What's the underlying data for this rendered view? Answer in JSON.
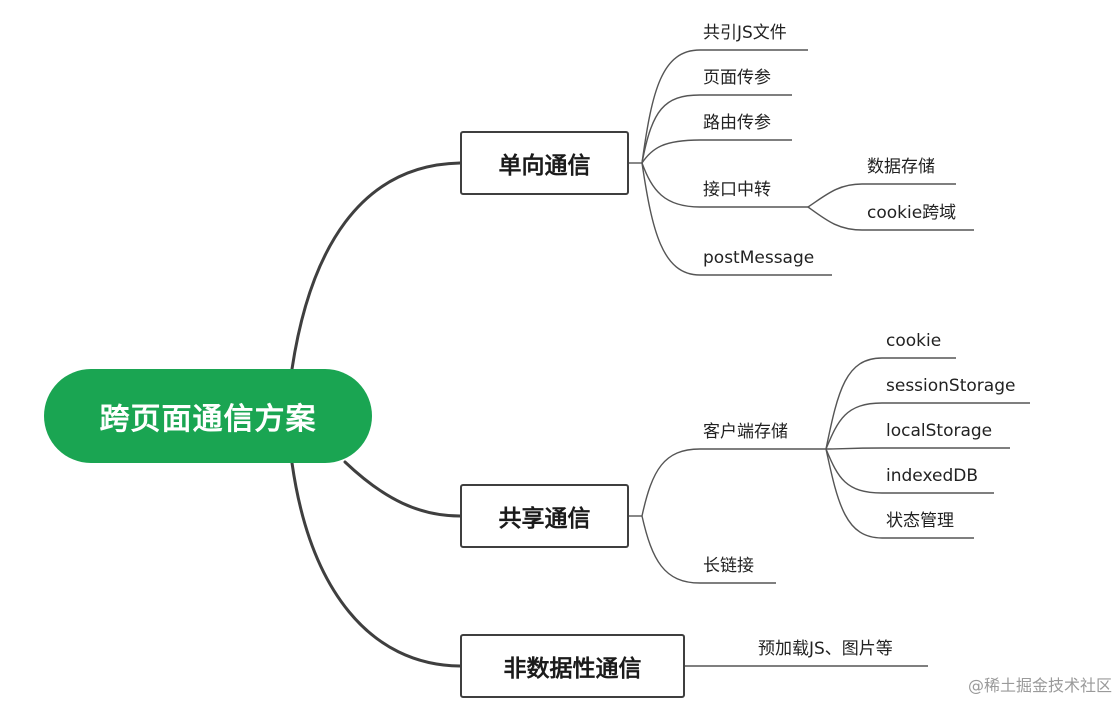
{
  "root": {
    "label": "跨页面通信方案"
  },
  "branches": [
    {
      "label": "单向通信",
      "children": [
        {
          "label": "共引JS文件"
        },
        {
          "label": "页面传参"
        },
        {
          "label": "路由传参"
        },
        {
          "label": "接口中转",
          "children": [
            {
              "label": "数据存储"
            },
            {
              "label": "cookie跨域"
            }
          ]
        },
        {
          "label": "postMessage"
        }
      ]
    },
    {
      "label": "共享通信",
      "children": [
        {
          "label": "客户端存储",
          "children": [
            {
              "label": "cookie"
            },
            {
              "label": "sessionStorage"
            },
            {
              "label": "localStorage"
            },
            {
              "label": "indexedDB"
            },
            {
              "label": "状态管理"
            }
          ]
        },
        {
          "label": "长链接"
        }
      ]
    },
    {
      "label": "非数据性通信",
      "children": [
        {
          "label": "预加载JS、图片等"
        }
      ]
    }
  ],
  "watermark": "@稀土掘金技术社区",
  "colors": {
    "root_fill": "#1aa552",
    "line": "#3f3f3f",
    "leaf_line": "#555555"
  }
}
